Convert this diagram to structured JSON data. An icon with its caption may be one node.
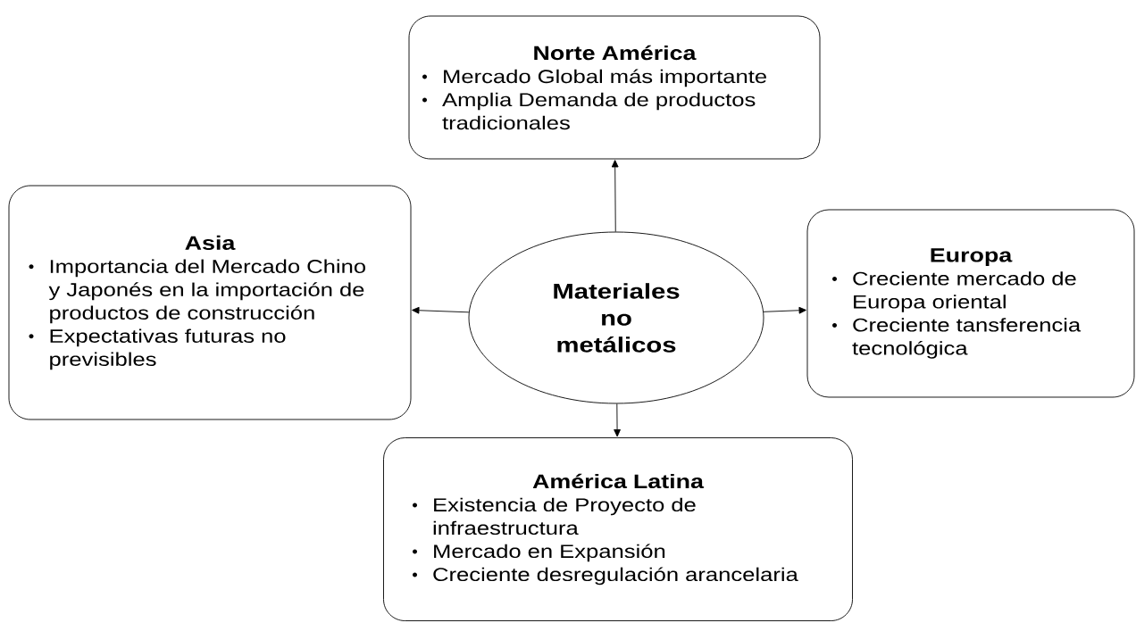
{
  "diagram": {
    "nodes": [
      {
        "text": [
          "Norte América",
          "Mercado Global más importante",
          "Amplia Demanda de productos tradicionales"
        ]
      },
      {
        "text": [
          "Asia",
          "Importancia del Mercado Chino y Japonés en la importación de productos de construcción",
          "Expectativas futuras no previsibles"
        ]
      },
      {
        "text": [
          "Materiales no metálicos"
        ]
      },
      {
        "text": [
          "Europa",
          "Creciente mercado de Europa oriental",
          "Creciente tansferencia tecnológica"
        ]
      },
      {
        "text": [
          "América Latina",
          "Existencia de Proyecto de infraestructura",
          "Mercado en Expansión",
          "Creciente desregulación arancelaria"
        ]
      }
    ],
    "edges": [
      {
        "from": 2,
        "to": 0,
        "arrow": "to"
      },
      {
        "from": 2,
        "to": 1,
        "arrow": "to"
      },
      {
        "from": 2,
        "to": 3,
        "arrow": "to"
      },
      {
        "from": 2,
        "to": 4,
        "arrow": "to"
      }
    ]
  }
}
